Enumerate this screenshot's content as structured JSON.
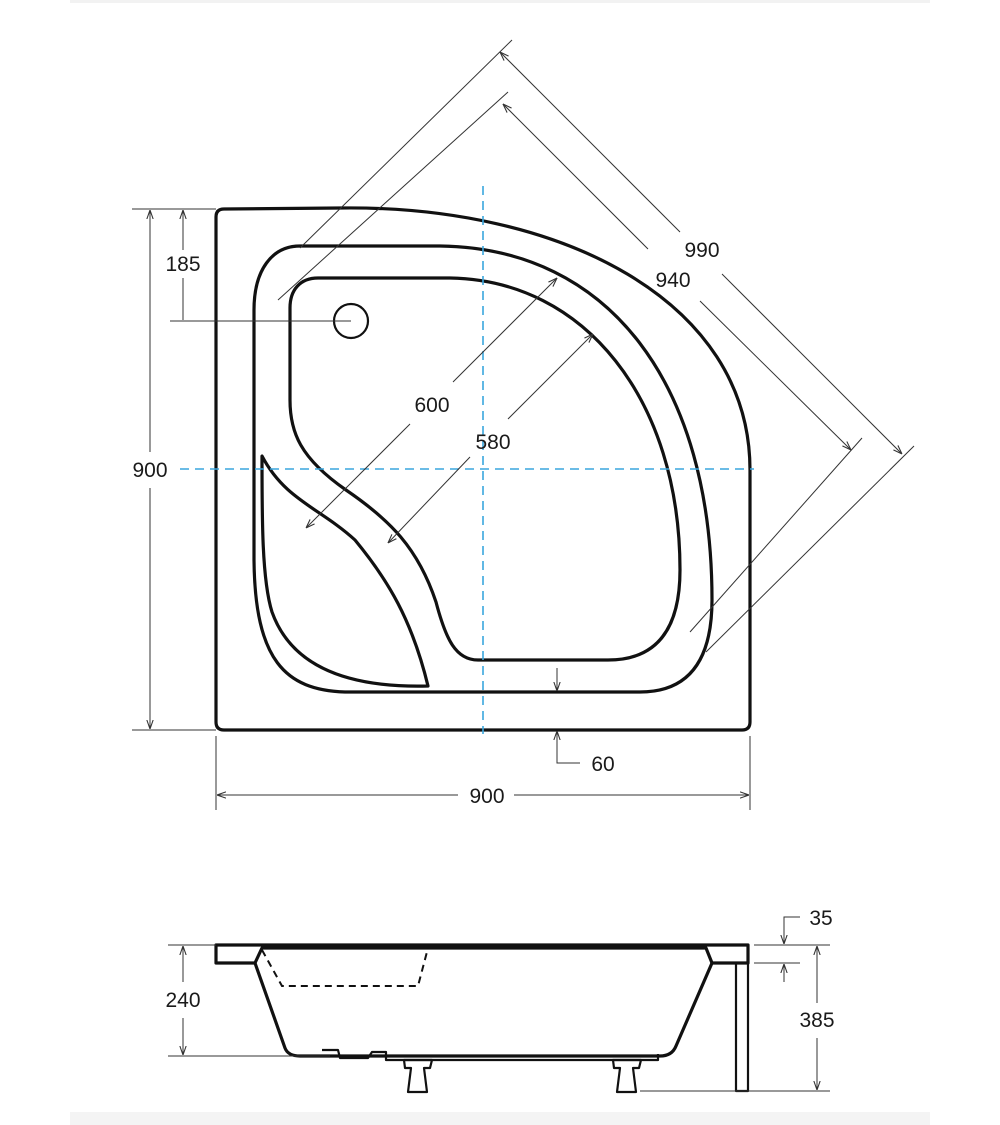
{
  "plan": {
    "width_label": "900",
    "height_label": "900",
    "offset_top_label": "185",
    "diag_outer_label": "990",
    "diag_inner_label": "940",
    "inner_600_label": "600",
    "inner_580_label": "580",
    "rim_label": "60"
  },
  "section": {
    "rim_label": "35",
    "depth_label": "240",
    "total_height_label": "385"
  },
  "colors": {
    "line": "#111111",
    "centerline": "#3aa6dd",
    "dimension": "#333333"
  }
}
